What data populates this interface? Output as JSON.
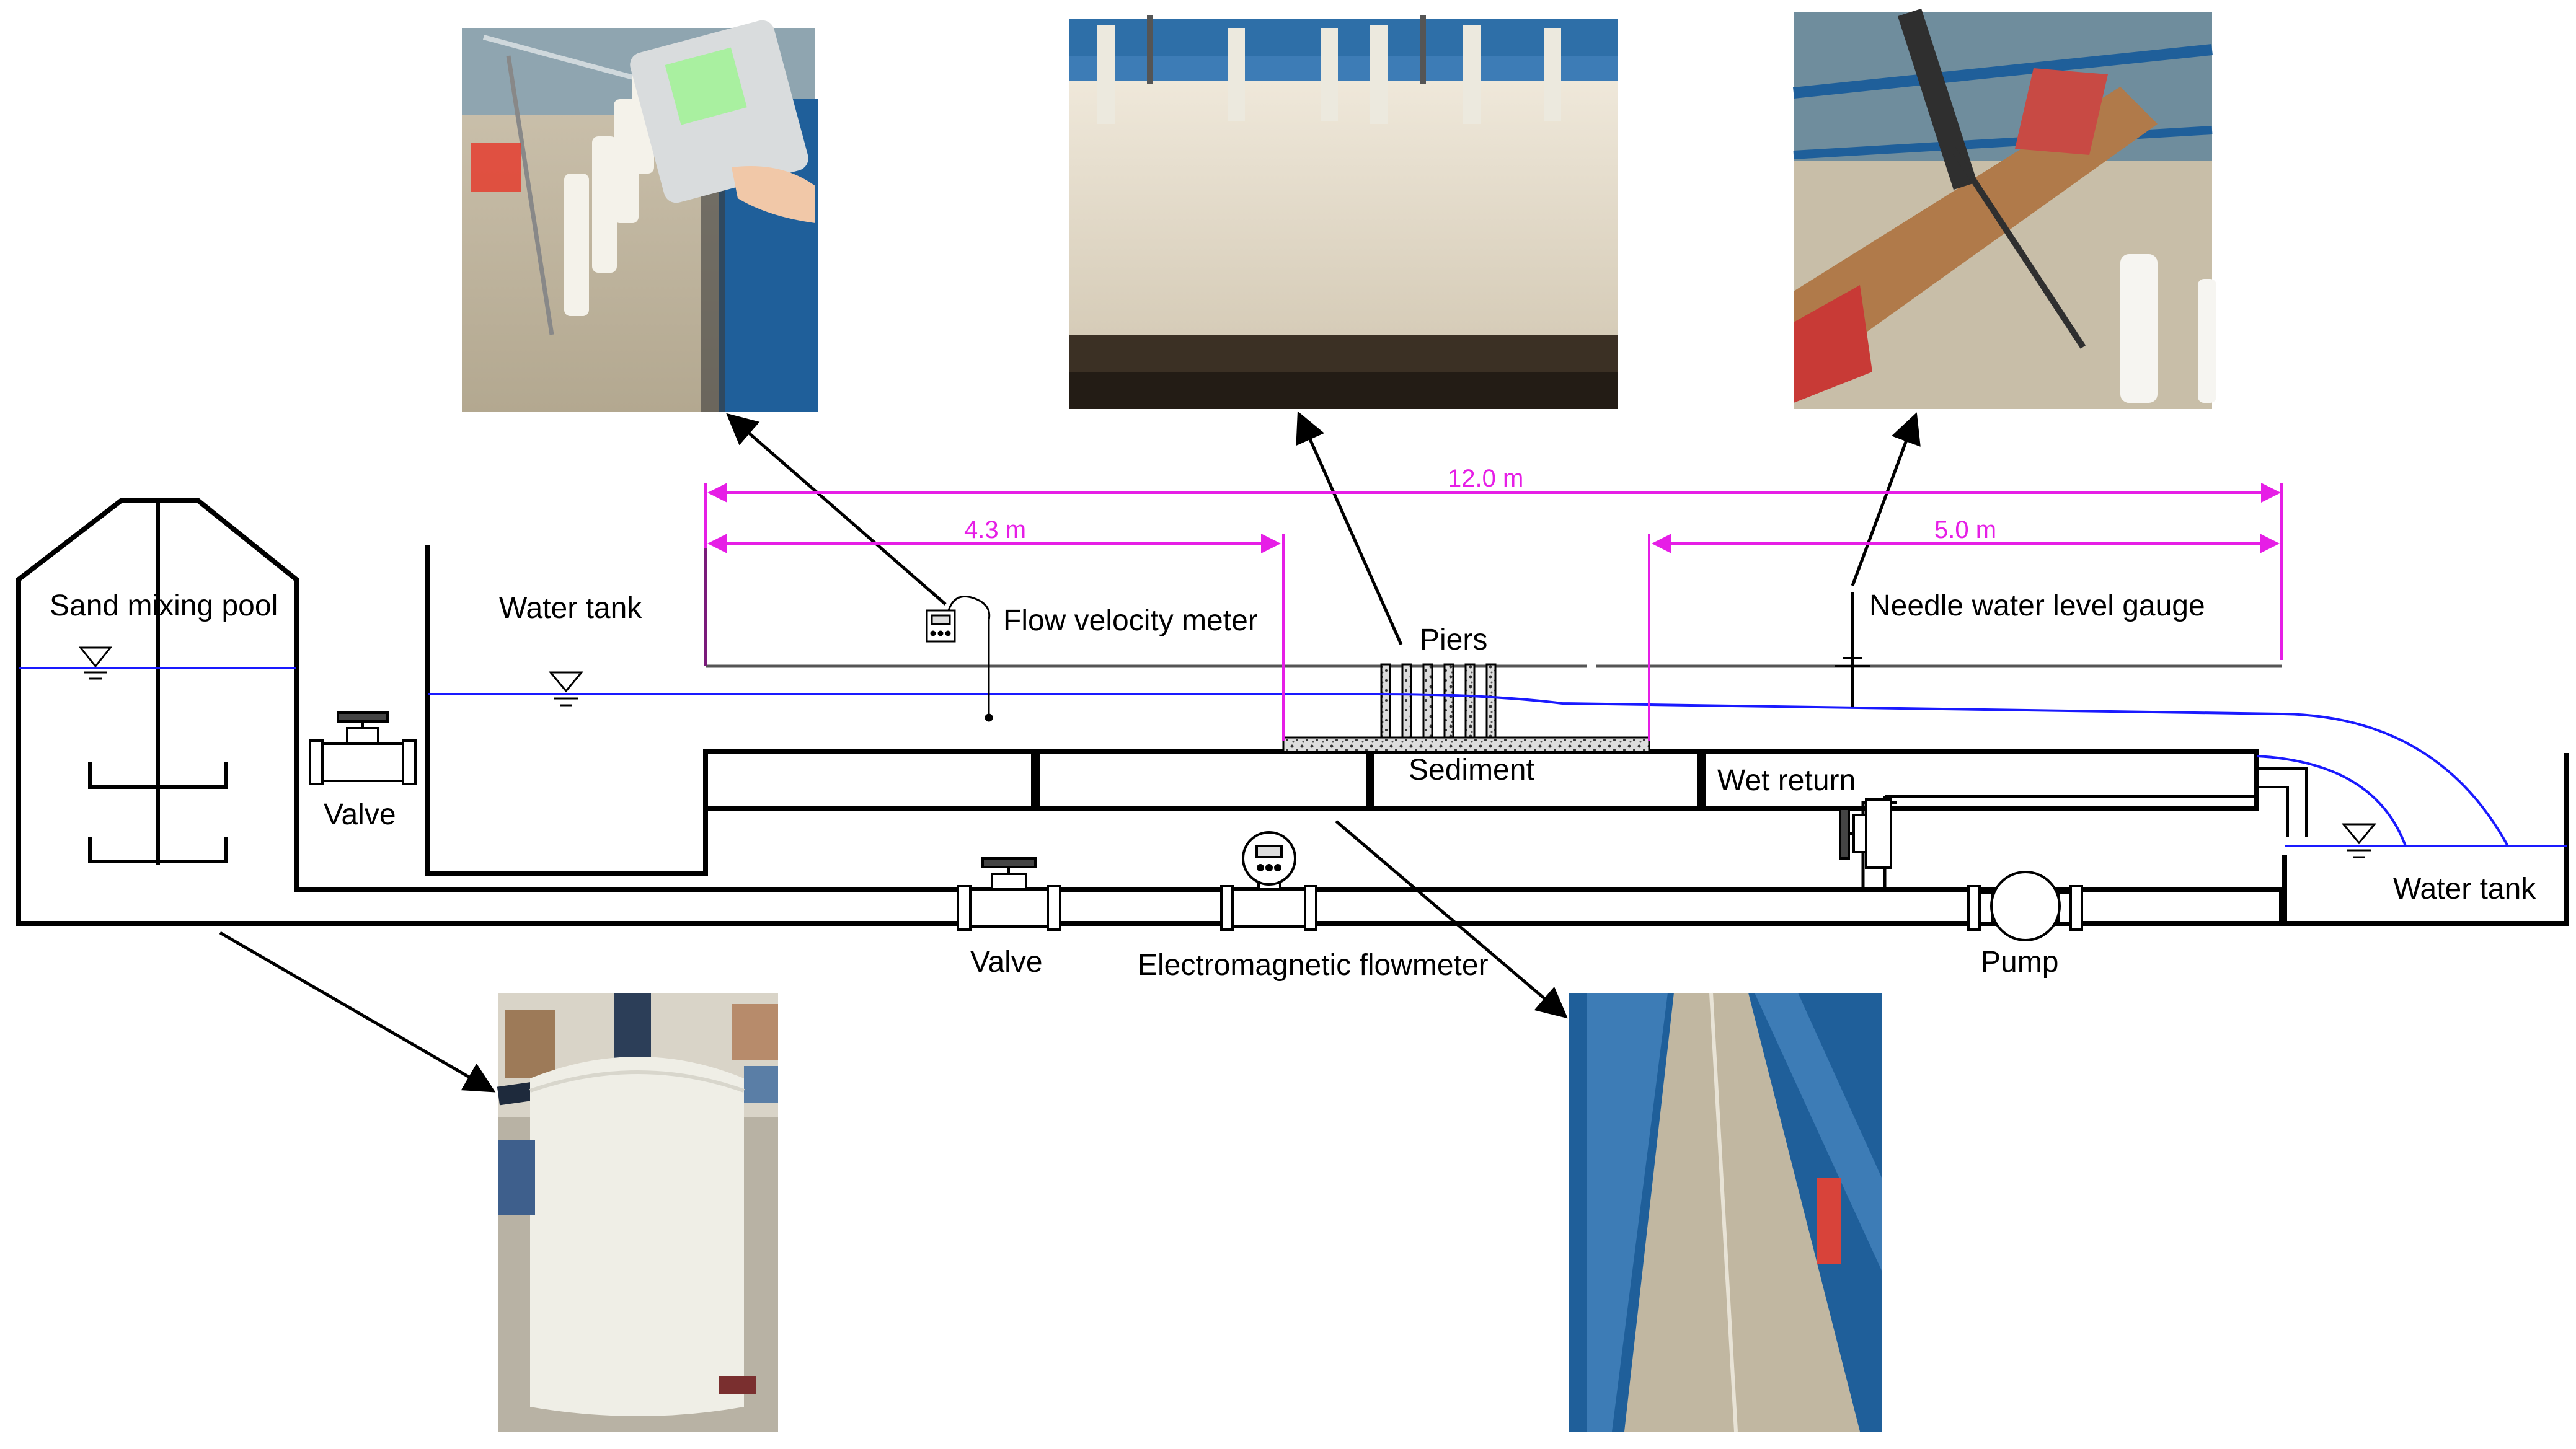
{
  "labels": {
    "sand_mixing_pool": "Sand mixing pool",
    "water_tank_left": "Water tank",
    "valve_left": "Valve",
    "flow_velocity_meter": "Flow velocity meter",
    "piers": "Piers",
    "sediment": "Sediment",
    "wet_return": "Wet return",
    "needle_gauge": "Needle water level gauge",
    "valve_bottom": "Valve",
    "em_flowmeter": "Electromagnetic flowmeter",
    "pump": "Pump",
    "water_tank_right": "Water tank"
  },
  "dimensions": {
    "total": "12.0 m",
    "upstream": "4.3 m",
    "downstream": "5.0 m"
  },
  "colors": {
    "dimension": "#e61ee6",
    "water": "#1a1aff",
    "structure": "#000000"
  }
}
